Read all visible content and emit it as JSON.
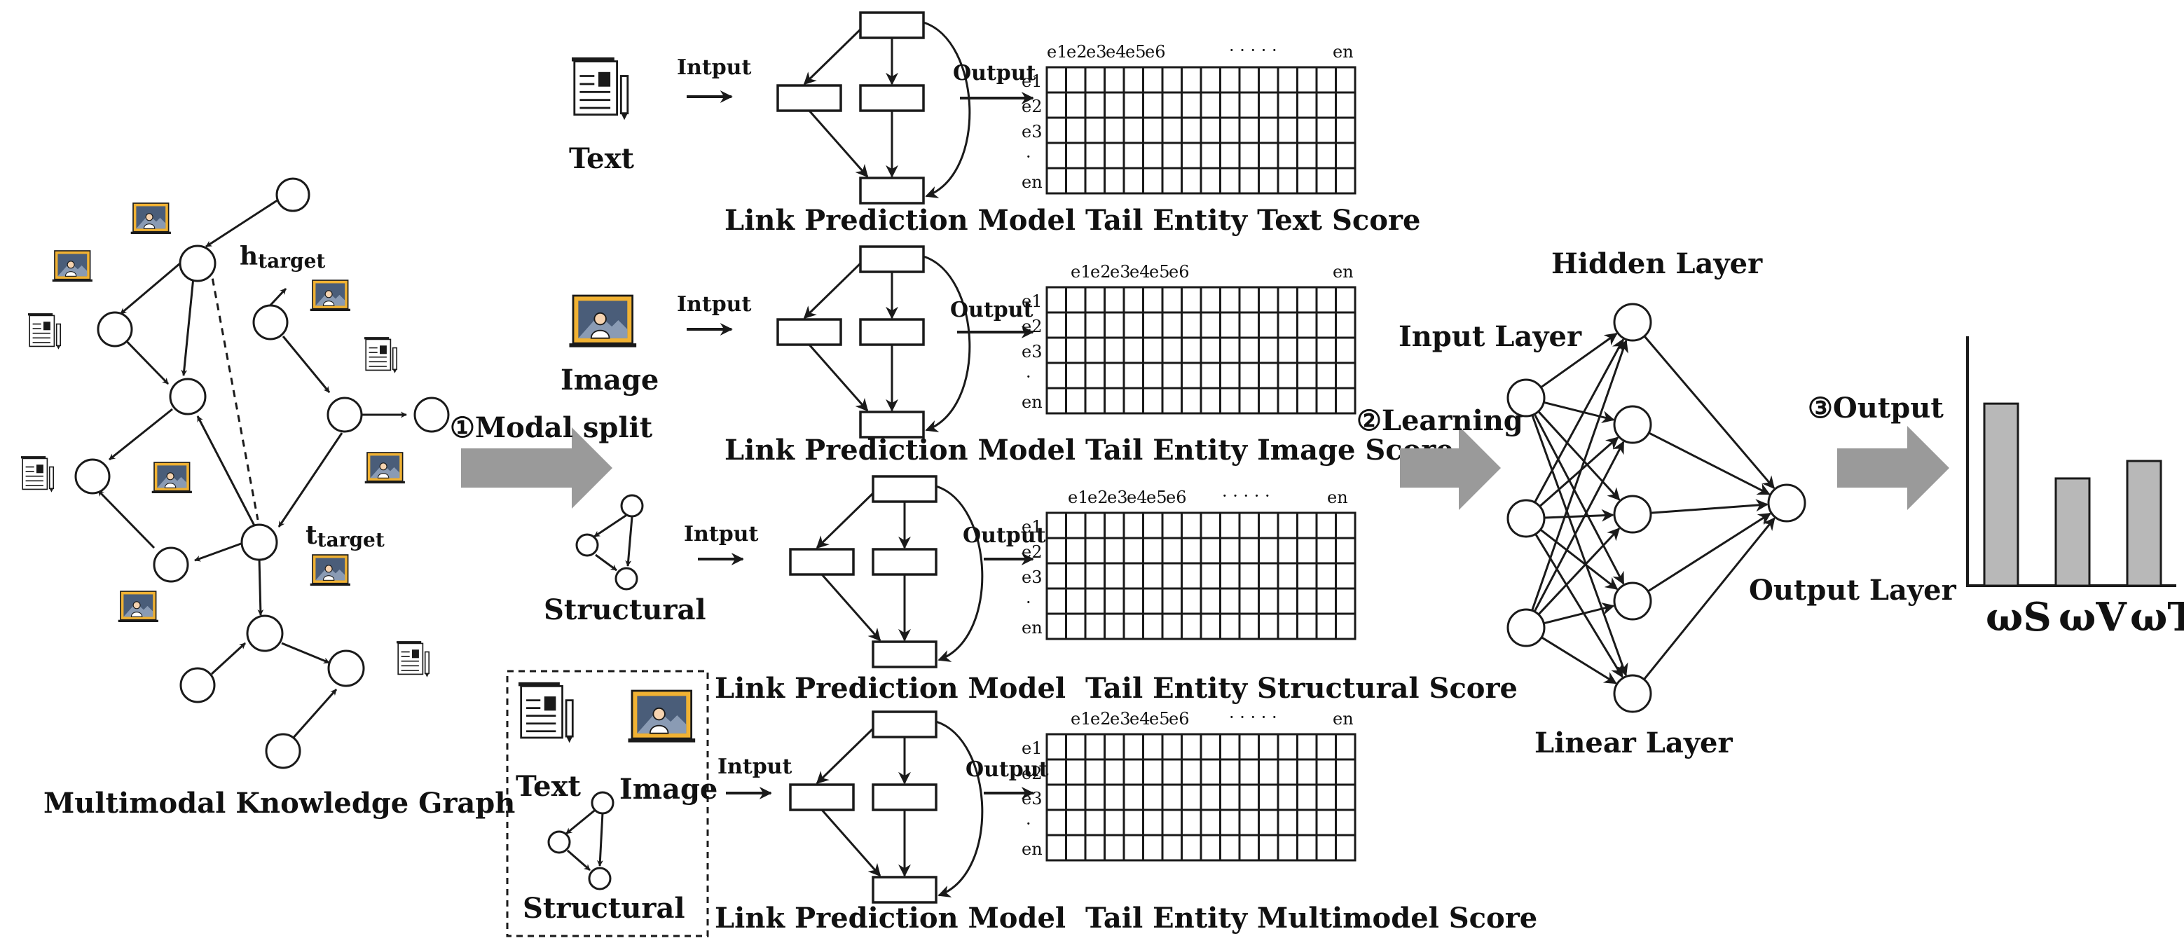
{
  "kg": {
    "title": "Multimodal Knowledge Graph",
    "h_main": "h",
    "h_sub": "target",
    "t_main": "t",
    "t_sub": "target"
  },
  "steps": {
    "modal_split": "①Modal split",
    "learning": "②Learning",
    "output": "③Output"
  },
  "modalities": {
    "text": "Text",
    "image": "Image",
    "structural": "Structural",
    "combo_text": "Text",
    "combo_image": "Image",
    "combo_structural": "Structural"
  },
  "rows": [
    {
      "input": "Intput",
      "output": "Output",
      "caption": "Link Prediction Model Tail Entity Text Score"
    },
    {
      "input": "Intput",
      "output": "Output",
      "caption": "Link Prediction Model Tail Entity Image Score"
    },
    {
      "input": "Intput",
      "output": "Output",
      "caption": "Link Prediction Model  Tail Entity Structural Score"
    },
    {
      "input": "Intput",
      "output": "Output",
      "caption": "Link Prediction Model  Tail Entity Multimodel Score"
    }
  ],
  "entities": {
    "cols": [
      "e1",
      "e2",
      "e3",
      "e4",
      "e5",
      "e6"
    ],
    "dots": "· · · · ·",
    "last": "en",
    "rows": [
      "e1",
      "e2",
      "e3",
      "·",
      "en"
    ]
  },
  "nn": {
    "hidden": "Hidden Layer",
    "input": "Input Layer",
    "output": "Output Layer",
    "linear": "Linear Layer"
  },
  "weights": {
    "labels": [
      "ωS",
      "ωV",
      "ωT"
    ],
    "values": [
      0.73,
      0.43,
      0.5
    ]
  }
}
